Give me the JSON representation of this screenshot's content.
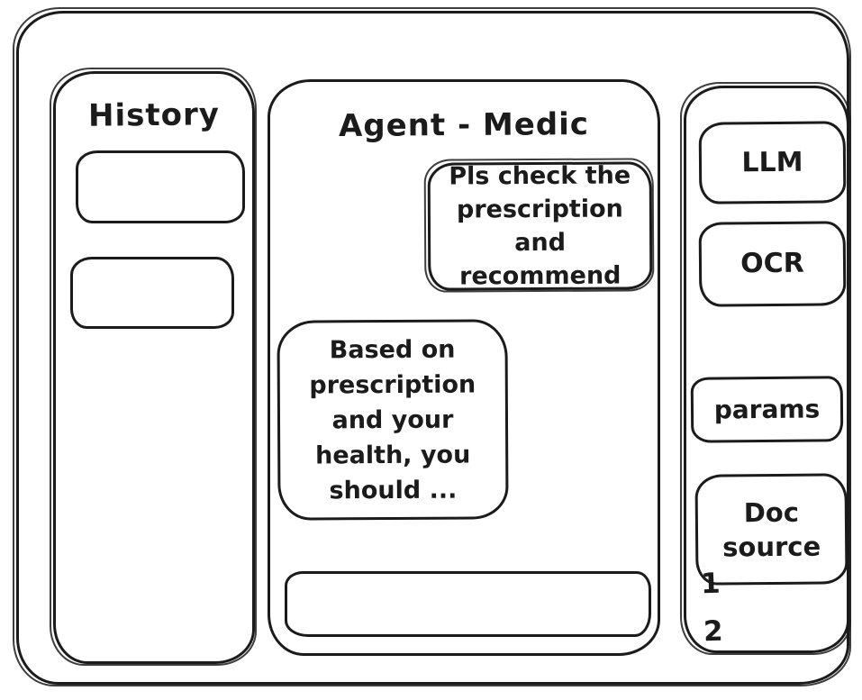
{
  "window": {
    "background": "#ffffff",
    "stroke_color": "#1b1b1b"
  },
  "history_panel": {
    "title": "History",
    "items": [
      "",
      ""
    ]
  },
  "chat_panel": {
    "title": "Agent - Medic",
    "messages": [
      {
        "role": "user",
        "text": "Pls check the\nprescription\nand recommend"
      },
      {
        "role": "assistant",
        "text": "Based on\nprescription\nand your\nhealth, you\nshould ..."
      }
    ],
    "input": {
      "value": ""
    }
  },
  "tools_panel": {
    "buttons": [
      {
        "id": "llm",
        "label": "LLM"
      },
      {
        "id": "ocr",
        "label": "OCR"
      },
      {
        "id": "params",
        "label": "params"
      },
      {
        "id": "doc-source",
        "label": "Doc\nsource"
      }
    ],
    "footnotes": [
      "1",
      "2"
    ]
  }
}
